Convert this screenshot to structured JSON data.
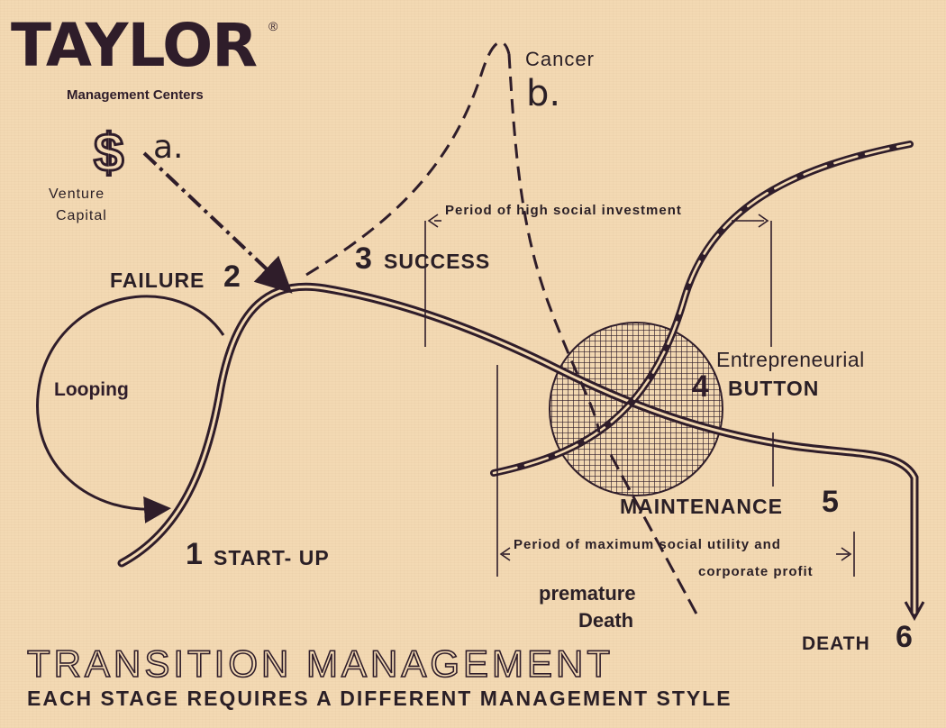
{
  "logo": {
    "brand": "TAYLOR",
    "registered_mark": "®",
    "subtitle": "Management Centers"
  },
  "venture": {
    "symbol": "$",
    "marker": "a.",
    "label_line1": "Venture",
    "label_line2": "Capital"
  },
  "cancer": {
    "label": "Cancer",
    "marker": "b."
  },
  "stages": {
    "failure": {
      "label": "FAILURE",
      "number": "2"
    },
    "success": {
      "label": "SUCCESS",
      "number": "3"
    },
    "looping": {
      "label": "Looping"
    },
    "startup": {
      "label": "START- UP",
      "number": "1"
    },
    "button": {
      "label_line1": "Entrepreneurial",
      "label_line2": "BUTTON",
      "number": "4"
    },
    "maintenance": {
      "label": "MAINTENANCE",
      "number": "5"
    },
    "death": {
      "label": "DEATH",
      "number": "6"
    },
    "premature_death": {
      "line1": "premature",
      "line2": "Death"
    }
  },
  "periods": {
    "social_investment": "Period of high social investment",
    "utility_line1": "Period of maximum  social utility and",
    "utility_line2": "corporate profit"
  },
  "footer": {
    "title": "TRANSITION MANAGEMENT",
    "subtitle": "EACH STAGE REQUIRES A DIFFERENT MANAGEMENT STYLE"
  },
  "colors": {
    "ink": "#2f1d2a",
    "paper": "#f3d9b3"
  }
}
